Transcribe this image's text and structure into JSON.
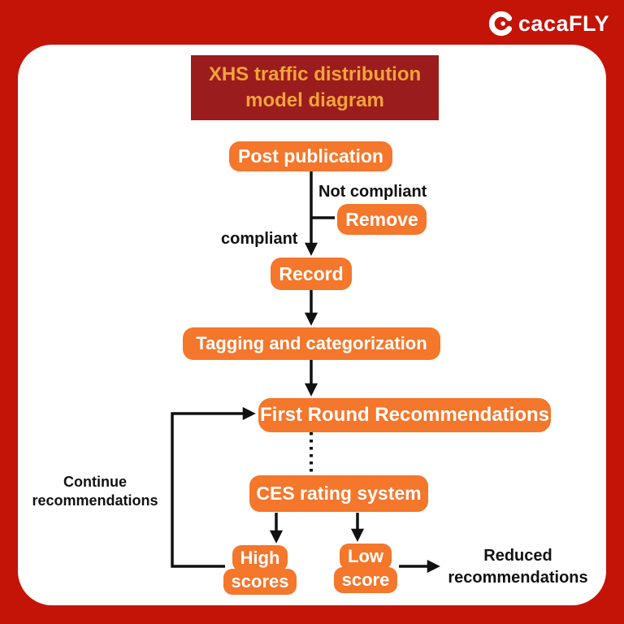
{
  "brand": {
    "logo_text": "cacaFLY"
  },
  "title": {
    "line1": "XHS traffic distribution",
    "line2": "model diagram"
  },
  "nodes": {
    "post_publication": "Post publication",
    "remove": "Remove",
    "record": "Record",
    "tagging": "Tagging and categorization",
    "first_round": "First Round Recommendations",
    "ces": "CES rating system",
    "high_scores_line1": "High",
    "high_scores_line2": "scores",
    "low_score_line1": "Low",
    "low_score_line2": "score"
  },
  "labels": {
    "not_compliant": "Not compliant",
    "compliant": "compliant",
    "continue_line1": "Continue",
    "continue_line2": "recommendations",
    "reduced_line1": "Reduced",
    "reduced_line2": "recommendations"
  },
  "colors": {
    "background_red": "#c41408",
    "sheet_white": "#ffffff",
    "title_box_red": "#9b1c1c",
    "title_text_amber": "#f2a33a",
    "node_orange": "#f4772c",
    "ink_black": "#111111"
  }
}
